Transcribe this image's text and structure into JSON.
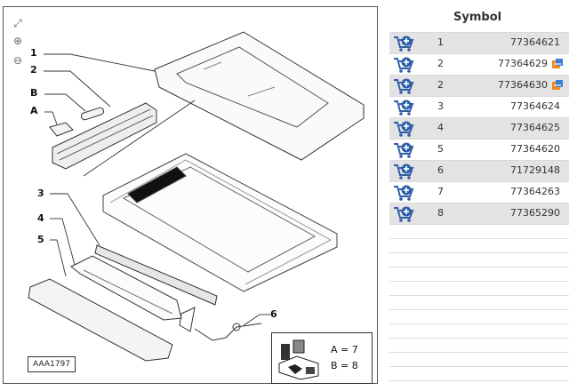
{
  "diagram": {
    "catalog_code": "AAA1797",
    "tools": [
      "fit-icon",
      "zoom-in-icon",
      "zoom-out-icon"
    ],
    "part_labels": [
      {
        "id": "1",
        "text": "1"
      },
      {
        "id": "2",
        "text": "2"
      },
      {
        "id": "B",
        "text": "B"
      },
      {
        "id": "A",
        "text": "A"
      },
      {
        "id": "3",
        "text": "3"
      },
      {
        "id": "4",
        "text": "4"
      },
      {
        "id": "5",
        "text": "5"
      },
      {
        "id": "6",
        "text": "6"
      }
    ],
    "legend": {
      "line1": "A = 7",
      "line2": "B = 8"
    }
  },
  "table": {
    "header": "Symbol",
    "rows": [
      {
        "num": "1",
        "code": "77364621",
        "badge": false
      },
      {
        "num": "2",
        "code": "77364629",
        "badge": true
      },
      {
        "num": "2",
        "code": "77364630",
        "badge": true
      },
      {
        "num": "3",
        "code": "77364624",
        "badge": false
      },
      {
        "num": "4",
        "code": "77364625",
        "badge": false
      },
      {
        "num": "5",
        "code": "77364620",
        "badge": false
      },
      {
        "num": "6",
        "code": "71729148",
        "badge": false
      },
      {
        "num": "7",
        "code": "77364263",
        "badge": false
      },
      {
        "num": "8",
        "code": "77365290",
        "badge": false
      }
    ]
  },
  "colors": {
    "cart_blue": "#2f5fa8",
    "badge_orange": "#f08a1c",
    "row_shade": "#e3e3e3"
  }
}
